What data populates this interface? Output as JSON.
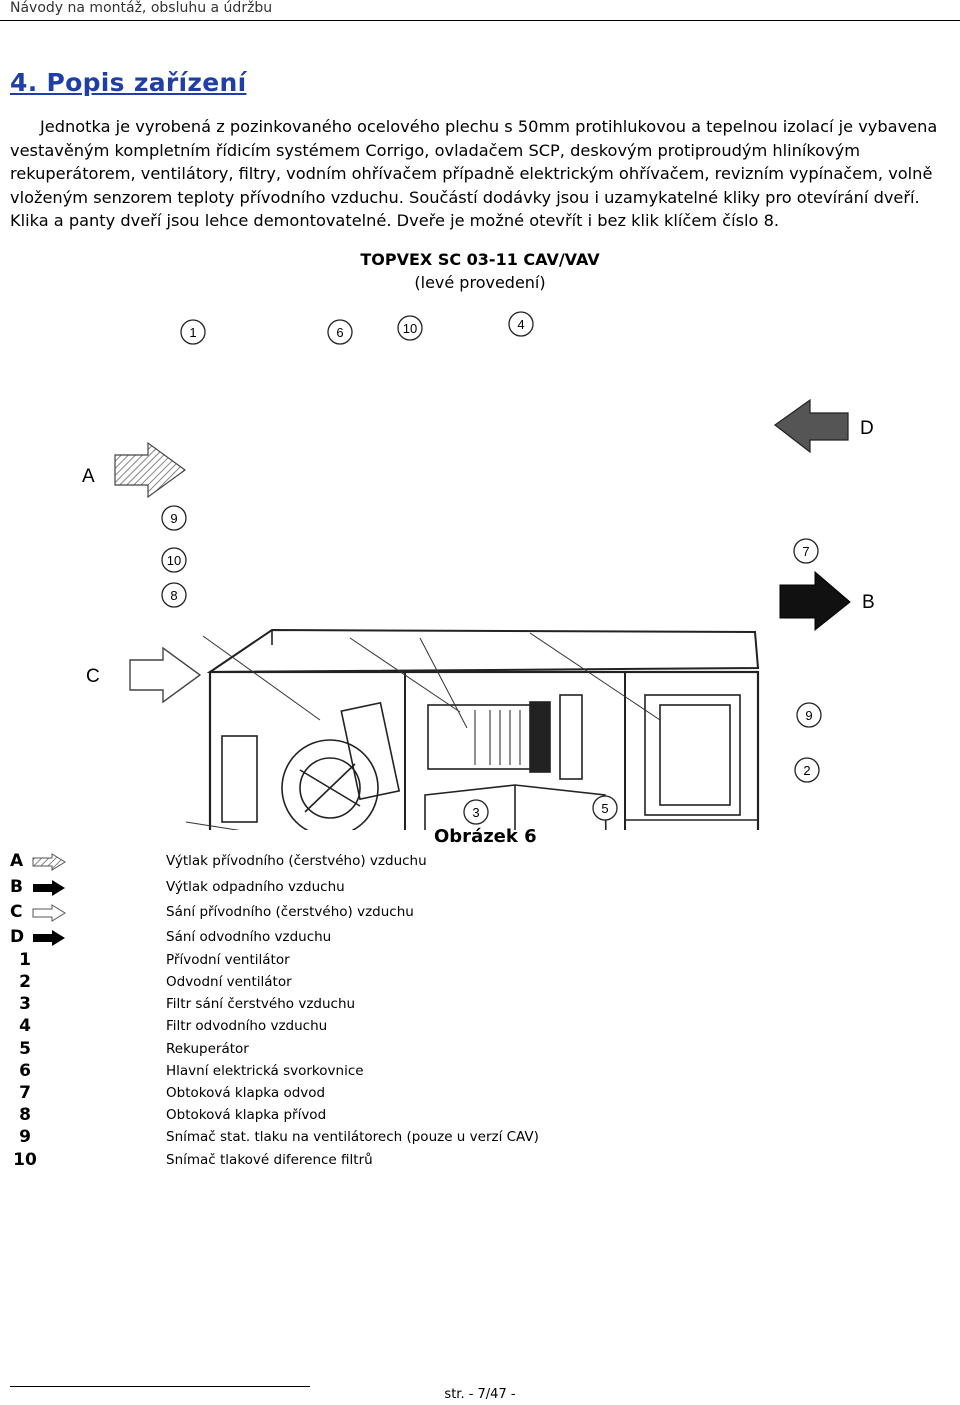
{
  "header": {
    "text": "Návody na montáž, obsluhu a údržbu"
  },
  "section": {
    "title": "4. Popis zařízení"
  },
  "intro": {
    "text": "Jednotka je vyrobená z pozinkovaného ocelového plechu s 50mm protihlukovou a tepelnou izolací je vybavena vestavěným kompletním řídicím systémem Corrigo, ovladačem SCP, deskovým protiproudým hliníkovým rekuperátorem, ventilátory, filtry, vodním ohřívačem případně elektrickým ohřívačem, revizním vypínačem, volně vloženým senzorem teploty přívodního vzduchu. Součástí dodávky jsou i uzamykatelné kliky pro otevírání dveří. Klika a panty dveří jsou lehce demontovatelné. Dveře je možné otevřít i bez klik klíčem číslo 8."
  },
  "figure": {
    "title": "TOPVEX SC 03-11 CAV/VAV",
    "subtitle": "(levé provedení)",
    "caption": "Obrázek 6",
    "callouts": {
      "c1": "1",
      "c6": "6",
      "c10a": "10",
      "c4": "4",
      "c9a": "9",
      "c10b": "10",
      "c8": "8",
      "c7": "7",
      "c9b": "9",
      "c2": "2",
      "c3": "3",
      "c5": "5",
      "A": "A",
      "B": "B",
      "C": "C",
      "D": "D"
    }
  },
  "legend": [
    {
      "key": "A",
      "arrow": "hatched-arrow",
      "text": "Výtlak přívodního (čerstvého) vzduchu"
    },
    {
      "key": "B",
      "arrow": "black-arrow",
      "text": "Výtlak odpadního vzduchu"
    },
    {
      "key": "C",
      "arrow": "white-arrow",
      "text": "Sání přívodního (čerstvého) vzduchu"
    },
    {
      "key": "D",
      "arrow": "black-arrow",
      "text": "Sání odvodního vzduchu"
    },
    {
      "key": "1",
      "text": "Přívodní ventilátor"
    },
    {
      "key": "2",
      "text": "Odvodní ventilátor"
    },
    {
      "key": "3",
      "text": "Filtr sání čerstvého vzduchu"
    },
    {
      "key": "4",
      "text": "Filtr odvodního vzduchu"
    },
    {
      "key": "5",
      "text": "Rekuperátor"
    },
    {
      "key": "6",
      "text": "Hlavní elektrická svorkovnice"
    },
    {
      "key": "7",
      "text": "Obtoková klapka odvod"
    },
    {
      "key": "8",
      "text": "Obtoková klapka přívod"
    },
    {
      "key": "9",
      "text": "Snímač stat. tlaku na ventilátorech (pouze u verzí CAV)"
    },
    {
      "key": "10",
      "text": "Snímač tlakové diference filtrů"
    }
  ],
  "footer": {
    "page": "str. - 7/47 -"
  }
}
